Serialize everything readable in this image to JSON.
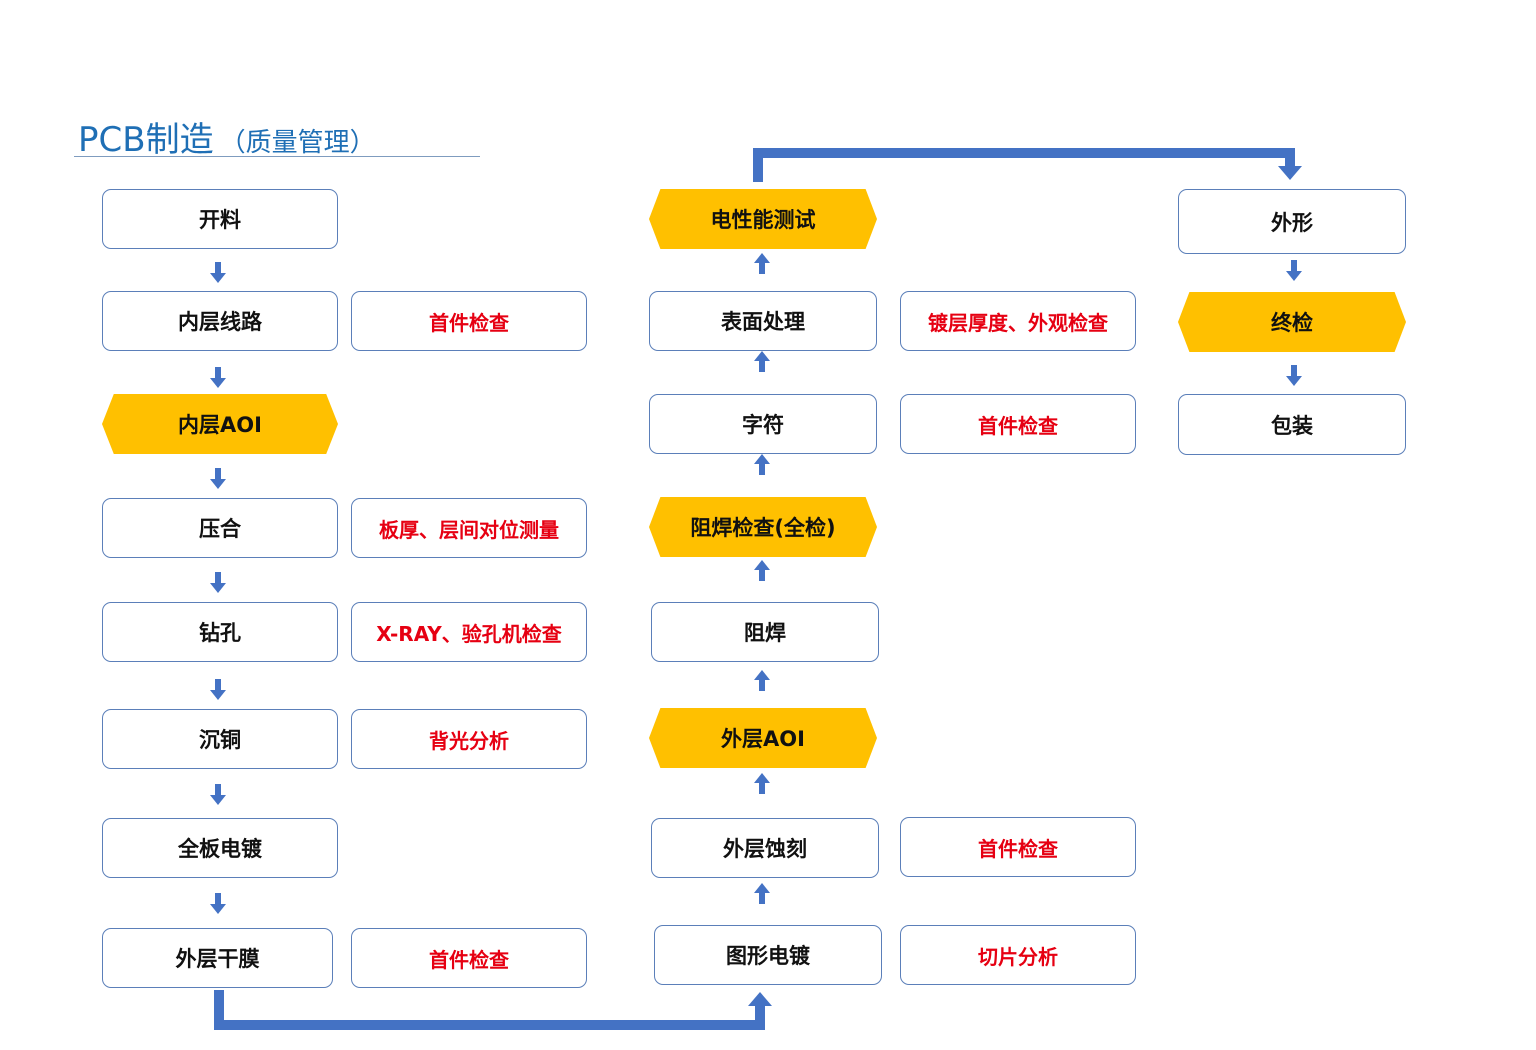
{
  "title": {
    "main": "PCB制造",
    "sub": "（质量管理）"
  },
  "steps": {
    "kailiao": "开料",
    "neiceng_xianlu": "内层线路",
    "neiceng_aoi": "内层AOI",
    "yahe": "压合",
    "zuankong": "钻孔",
    "chentong": "沉铜",
    "quanban_diandu": "全板电镀",
    "waiceng_ganmo": "外层干膜",
    "tuxing_diandu": "图形电镀",
    "waiceng_shike": "外层蚀刻",
    "waiceng_aoi": "外层AOI",
    "zuhan": "阻焊",
    "zuhan_jiancha": "阻焊检查(全检)",
    "zifu": "字符",
    "biaomian_chuli": "表面处理",
    "dianxingneng_ceshi": "电性能测试",
    "waixing": "外形",
    "zhongjian": "终检",
    "baozhuang": "包装"
  },
  "checks": {
    "neiceng_xianlu": "首件检查",
    "yahe": "板厚、层间对位测量",
    "zuankong": "X-RAY、验孔机检查",
    "chentong": "背光分析",
    "waiceng_ganmo": "首件检查",
    "tuxing_diandu": "切片分析",
    "waiceng_shike": "首件检查",
    "zifu": "首件检查",
    "biaomian_chuli": "镀层厚度、外观检查"
  },
  "colors": {
    "title": "#1f6fb5",
    "box_border": "#5b7fb9",
    "key_step_fill": "#ffc000",
    "check_text": "#e60012",
    "arrow": "#4472c4"
  }
}
